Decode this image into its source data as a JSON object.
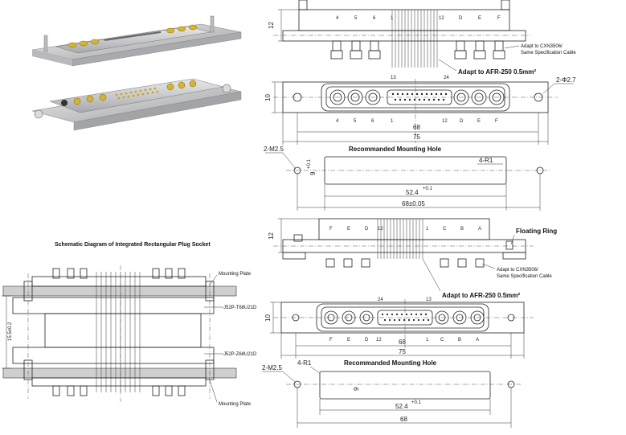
{
  "top_side": {
    "contacts": [
      "4",
      "5",
      "6",
      "1",
      "12",
      "D",
      "E",
      "F"
    ],
    "height": "12",
    "note_top_l1": "Adapt to CXN3506/",
    "note_top_l2": "Same Specification Cable",
    "note_main": "Adapt to AFR-250 0.5mm²"
  },
  "top_front": {
    "left_num": "13",
    "right_num": "24",
    "contacts": [
      "4",
      "5",
      "6",
      "1",
      "12",
      "D",
      "E",
      "F"
    ],
    "hole": "2-Φ2.7",
    "height": "10",
    "pitch": "68",
    "overall": "75"
  },
  "top_mount": {
    "title": "Recommanded Mounting Hole",
    "holes": "2-M2.5",
    "radius": "4-R1",
    "height": "9",
    "tol": "+0.1",
    "tol2": "0",
    "width": "52.4",
    "pitch": "68±0.05"
  },
  "bottom_side": {
    "contacts": [
      "F",
      "E",
      "D",
      "12",
      "1",
      "C",
      "B",
      "A"
    ],
    "height": "12",
    "ring": "Floating Ring",
    "note_l1": "Adapt to CXN3506/",
    "note_l2": "Same Specification Cable",
    "note_main": "Adapt to AFR-250 0.5mm²"
  },
  "bottom_front": {
    "left_num": "24",
    "right_num": "13",
    "contacts": [
      "F",
      "E",
      "D",
      "12",
      "1",
      "C",
      "B",
      "A"
    ],
    "height": "10",
    "pitch": "68",
    "overall": "75"
  },
  "bottom_mount": {
    "title": "Recommanded Mounting Hole",
    "holes": "2-M2.5",
    "radius": "4-R1",
    "height": "9",
    "tol": "+0.1",
    "tol2": "0",
    "width": "52.4",
    "pitch": "68"
  },
  "schematic": {
    "title": "Schematic Diagram of Integrated Rectangular Plug Socket",
    "plate_top": "Mounting Plate",
    "plate_bottom": "Mounting Plate",
    "part_top": "J52P-T68U21D",
    "part_bottom": "J52P-Z68U21D",
    "height_label": "15.5±0.2"
  }
}
